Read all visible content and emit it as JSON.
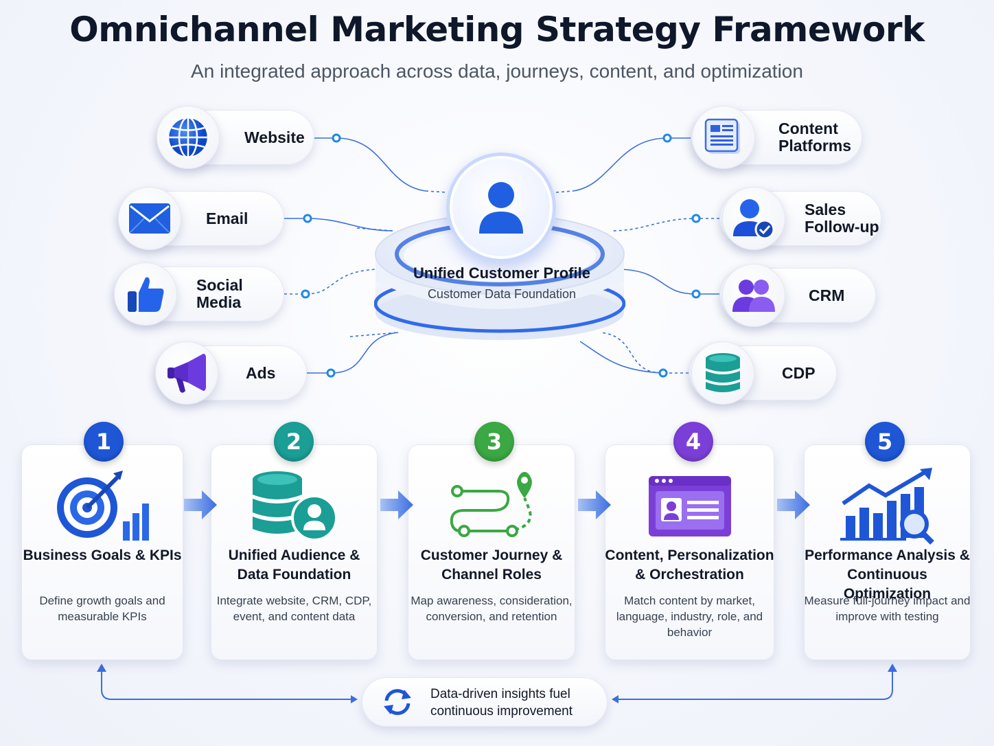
{
  "header": {
    "title": "Omnichannel Marketing Strategy Framework",
    "subtitle": "An integrated approach across data, journeys, content, and optimization"
  },
  "channels_left": [
    {
      "label": "Website",
      "icon": "globe-icon"
    },
    {
      "label": "Email",
      "icon": "envelope-icon"
    },
    {
      "label": "Social Media",
      "icon": "thumbs-up-icon"
    },
    {
      "label": "Ads",
      "icon": "megaphone-icon"
    }
  ],
  "channels_right": [
    {
      "label": "Content Platforms",
      "icon": "document-icon"
    },
    {
      "label": "Sales Follow-up",
      "icon": "user-check-icon"
    },
    {
      "label": "CRM",
      "icon": "users-icon"
    },
    {
      "label": "CDP",
      "icon": "database-icon"
    }
  ],
  "hub": {
    "title": "Unified Customer Profile",
    "subtitle": "Customer Data Foundation",
    "icon": "user-icon"
  },
  "steps": [
    {
      "number": "1",
      "title": "Business Goals & KPIs",
      "description": "Define growth goals and measurable KPIs",
      "icon": "target-chart-icon",
      "color": "#1e56d6"
    },
    {
      "number": "2",
      "title": "Unified Audience & Data Foundation",
      "description": "Integrate website, CRM, CDP, event, and content data",
      "icon": "database-user-icon",
      "color": "#1a9e95"
    },
    {
      "number": "3",
      "title": "Customer Journey & Channel Roles",
      "description": "Map awareness, consideration, conversion, and retention",
      "icon": "journey-path-icon",
      "color": "#3aa843"
    },
    {
      "number": "4",
      "title": "Content, Personalization & Orchestration",
      "description": "Match content by market, language, industry, role, and behavior",
      "icon": "profile-card-icon",
      "color": "#7b3fd8"
    },
    {
      "number": "5",
      "title": "Performance Analysis & Continuous Optimization",
      "description": "Measure full-journey impact and improve with testing",
      "icon": "growth-chart-icon",
      "color": "#1e56d6"
    }
  ],
  "feedback_loop": {
    "text": "Data-driven insights fuel continuous improvement",
    "icon": "refresh-cycle-icon"
  },
  "colors": {
    "accent_blue": "#1e56d6",
    "connector": "#3b6ee0",
    "teal": "#1a9e95",
    "green": "#3aa843",
    "purple": "#7b3fd8"
  }
}
